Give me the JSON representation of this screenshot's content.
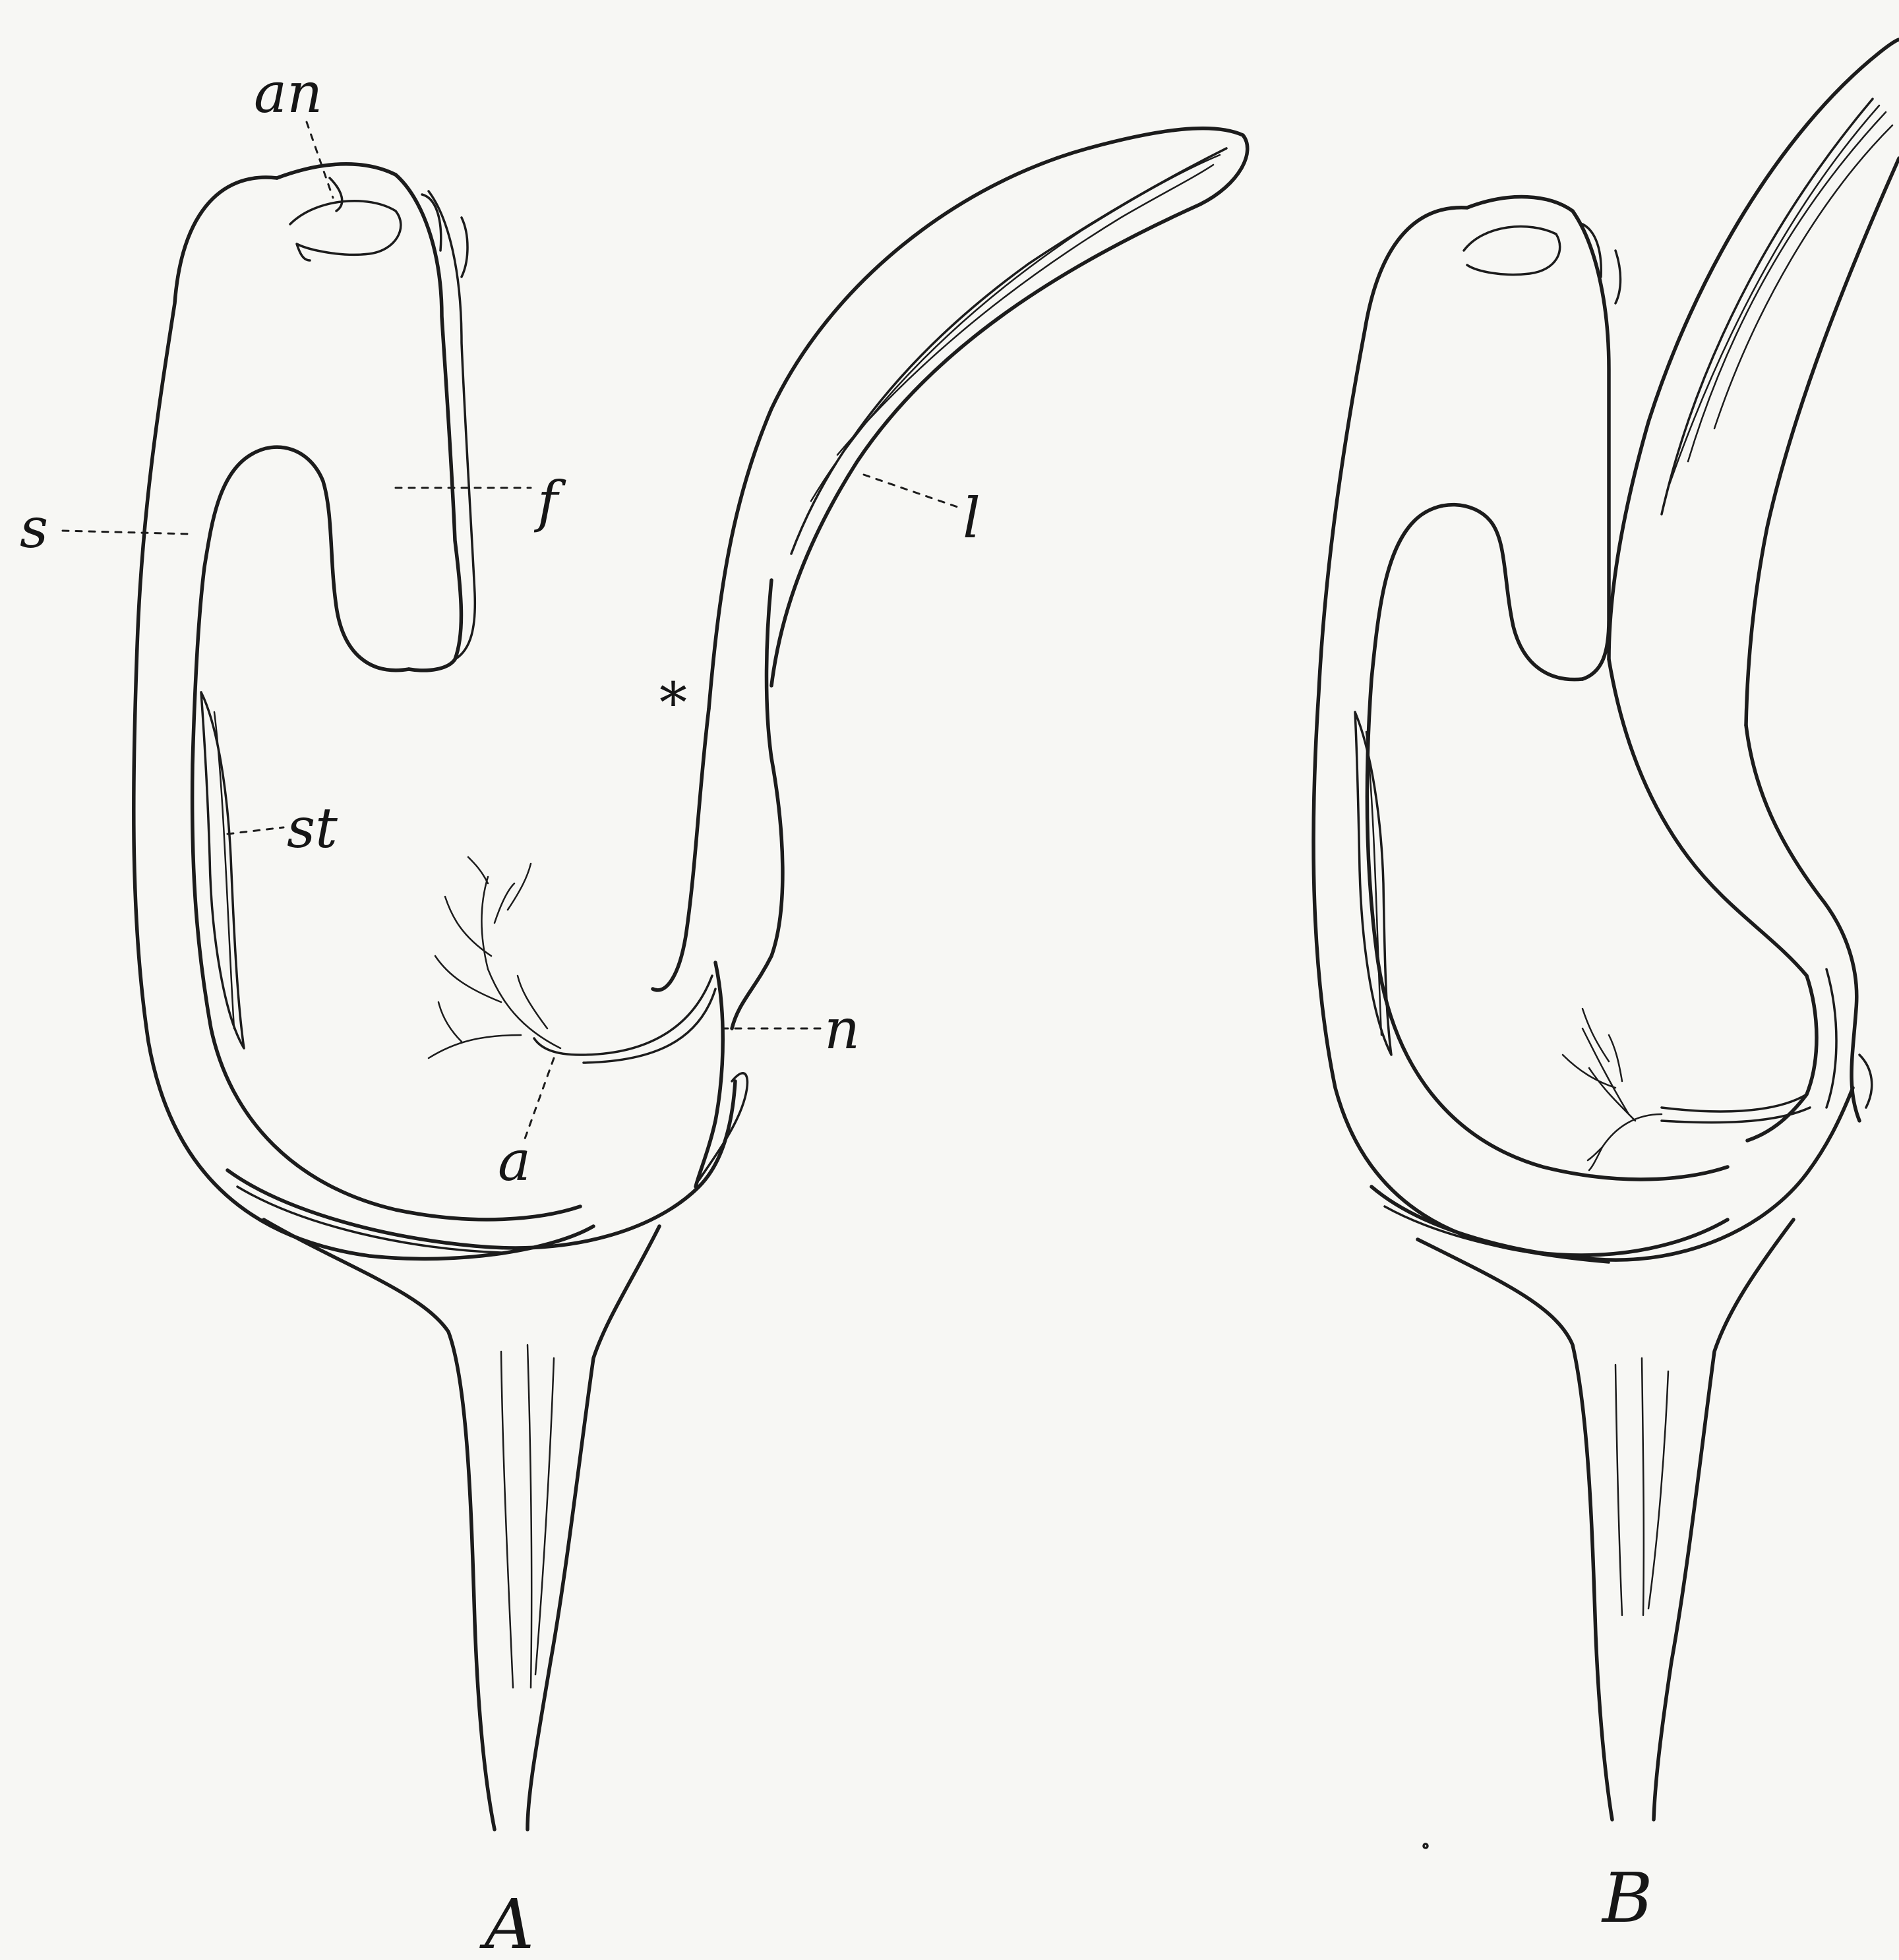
{
  "figure": {
    "panels": [
      {
        "id": "A",
        "label": "A"
      },
      {
        "id": "B",
        "label": "B"
      }
    ],
    "labels": {
      "an": "an",
      "f": "f",
      "s": "s",
      "l": "l",
      "star": "*",
      "st": "st",
      "n": "n",
      "a": "a"
    }
  }
}
